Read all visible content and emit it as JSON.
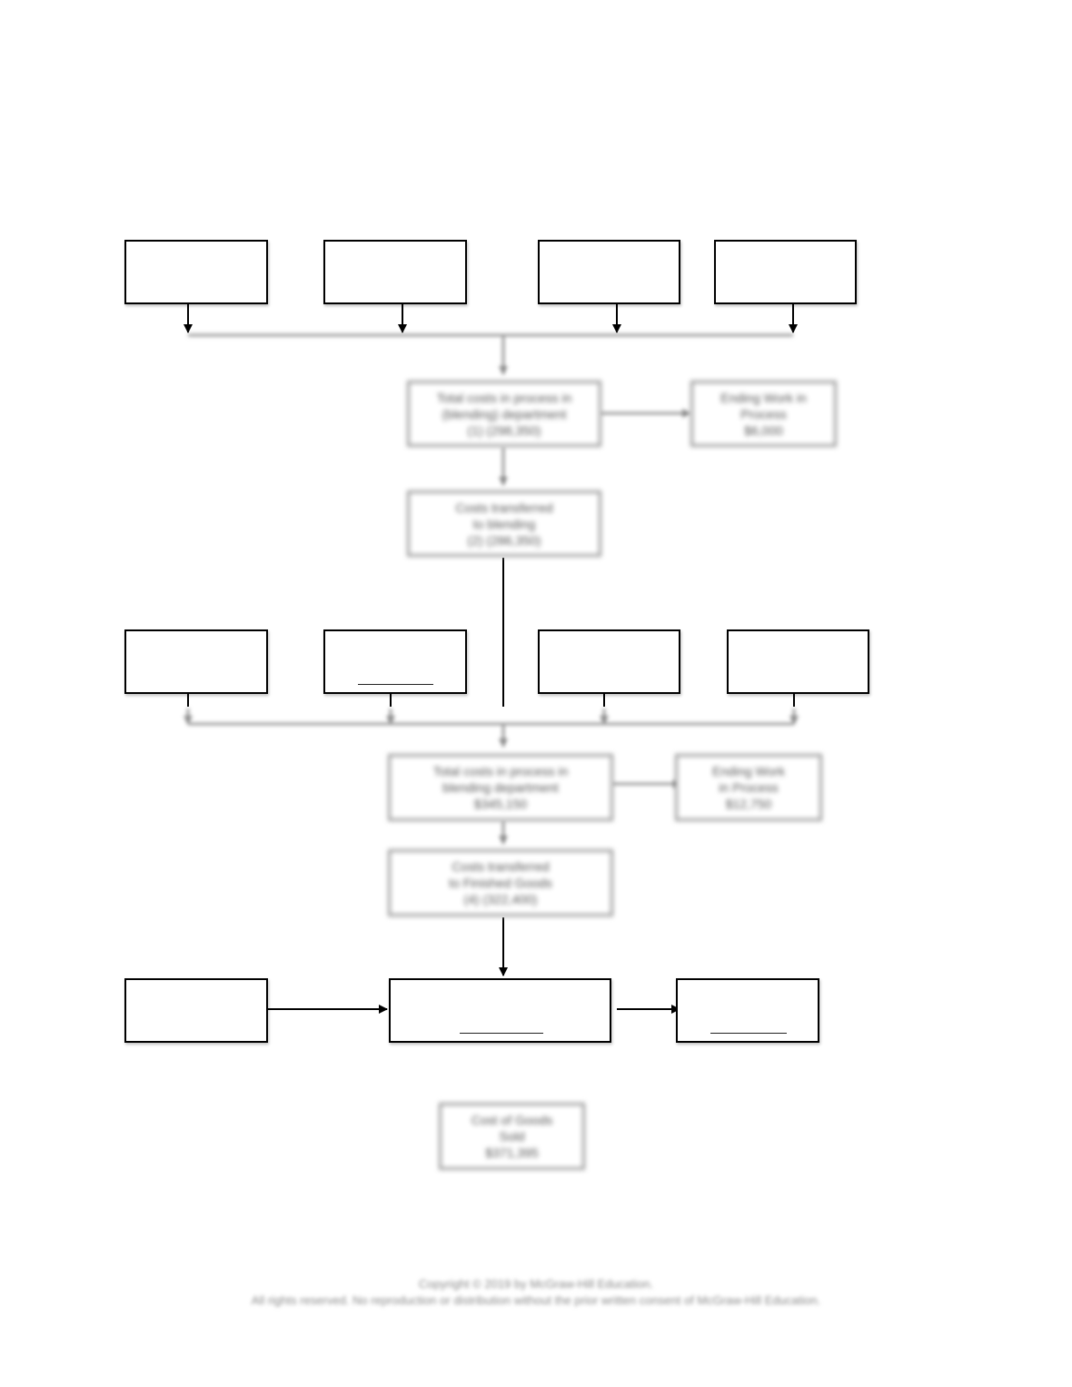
{
  "mixing": {
    "total_cost_label": [
      "Total costs in process in",
      "(blending) department",
      "(1)   (298,350)"
    ],
    "ending_wip_label": [
      "Ending Work in",
      "Process",
      "$6,000"
    ],
    "transferred_label": [
      "Costs transferred",
      "to blending",
      "(2)   (286,350)"
    ]
  },
  "blending": {
    "total_cost_label": [
      "Total costs in process in",
      "blending department",
      "$345,150"
    ],
    "ending_wip_label": [
      "Ending Work",
      "in Process",
      "$12,750"
    ],
    "transferred_label": [
      "Costs transferred",
      "to Finished Goods",
      "(4)   (322,400)"
    ]
  },
  "cogs": {
    "label": [
      "Cost of Goods",
      "Sold",
      "$371,395"
    ]
  },
  "footer": {
    "line1": "Copyright © 2019 by McGraw-Hill Education.",
    "line2": "All rights reserved. No reproduction or distribution without the prior written consent of McGraw-Hill Education."
  },
  "colors": {
    "line": "#000000",
    "blurred": "#9a9a9a"
  }
}
